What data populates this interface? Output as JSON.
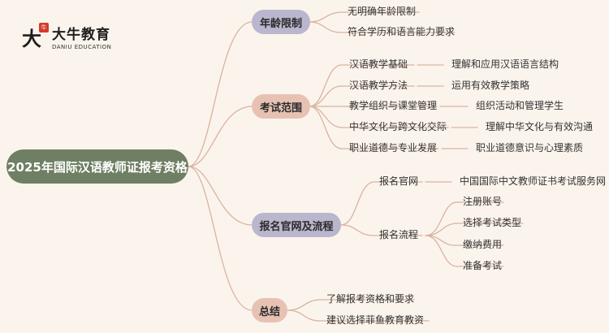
{
  "logo": {
    "mark": "大",
    "seal": "牛",
    "name": "大牛教育",
    "en": "DANIU EDUCATION"
  },
  "root": "2025年国际汉语教师证报考资格",
  "branches": [
    {
      "label": "年龄限制",
      "items": [
        "无明确年龄限制",
        "符合学历和语言能力要求"
      ]
    },
    {
      "label": "考试范围",
      "items": [
        {
          "label": "汉语教学基础",
          "detail": "理解和应用汉语语言结构"
        },
        {
          "label": "汉语教学方法",
          "detail": "运用有效教学策略"
        },
        {
          "label": "教学组织与课堂管理",
          "detail": "组织活动和管理学生"
        },
        {
          "label": "中华文化与跨文化交际",
          "detail": "理解中华文化与有效沟通"
        },
        {
          "label": "职业道德与专业发展",
          "detail": "职业道德意识与心理素质"
        }
      ]
    },
    {
      "label": "报名官网及流程",
      "items": [
        {
          "label": "报名官网",
          "detail": "中国国际中文教师证书考试服务网"
        },
        {
          "label": "报名流程",
          "steps": [
            "注册账号",
            "选择考试类型",
            "缴纳费用",
            "准备考试"
          ]
        }
      ]
    },
    {
      "label": "总结",
      "items": [
        "了解报考资格和要求",
        "建议选择菲鱼教育教资"
      ]
    }
  ],
  "colors": {
    "root": "#6f7f63",
    "lavender": "#b9b6cd",
    "peach": "#e7c2b3",
    "line": "#d9b3a2",
    "background": "#fbf4ec"
  }
}
